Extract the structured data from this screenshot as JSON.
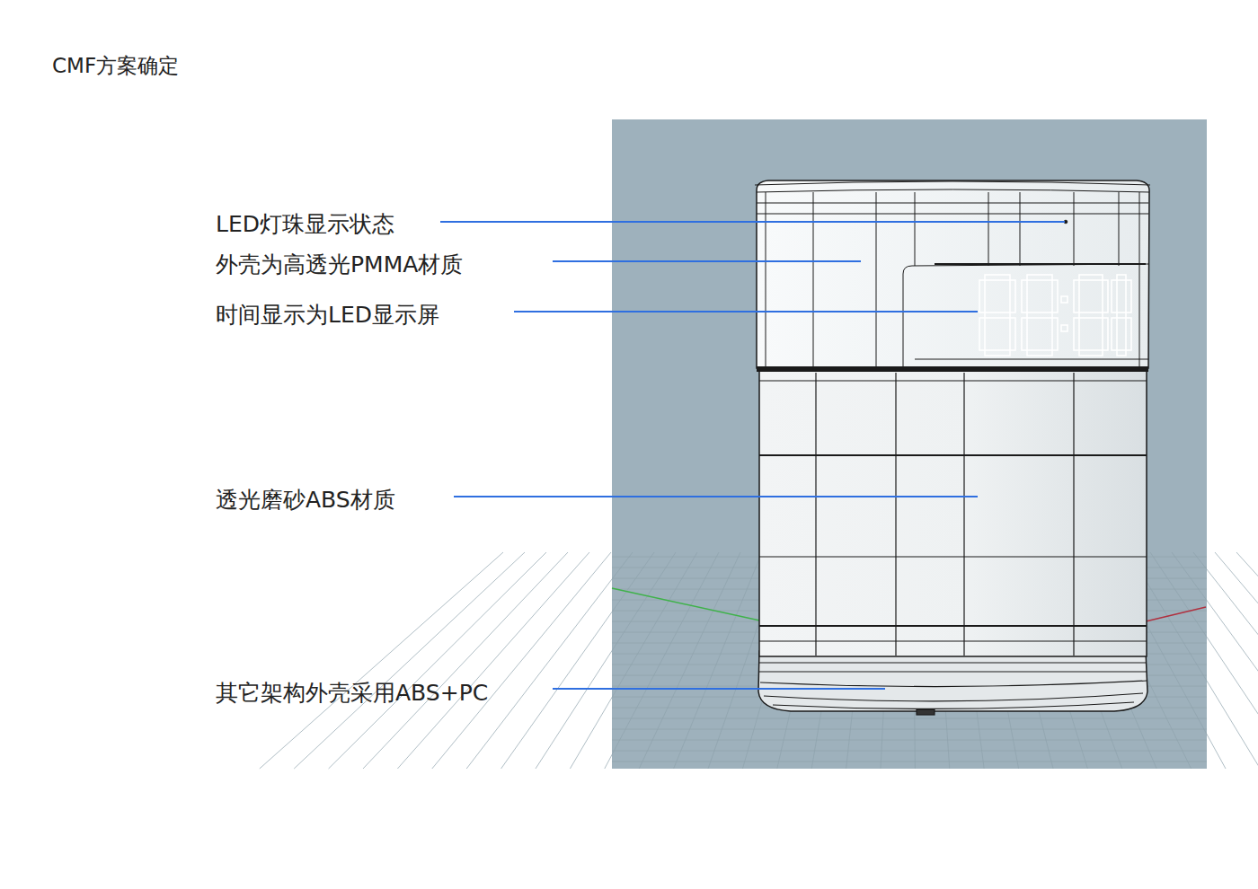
{
  "diagram": {
    "title": "CMF方案确定",
    "labels": [
      "LED灯珠显示状态",
      "外壳为高透光PMMA材质",
      "时间显示为LED显示屏",
      "透光磨砂ABS材质",
      "其它架构外壳采用ABS+PC"
    ]
  }
}
